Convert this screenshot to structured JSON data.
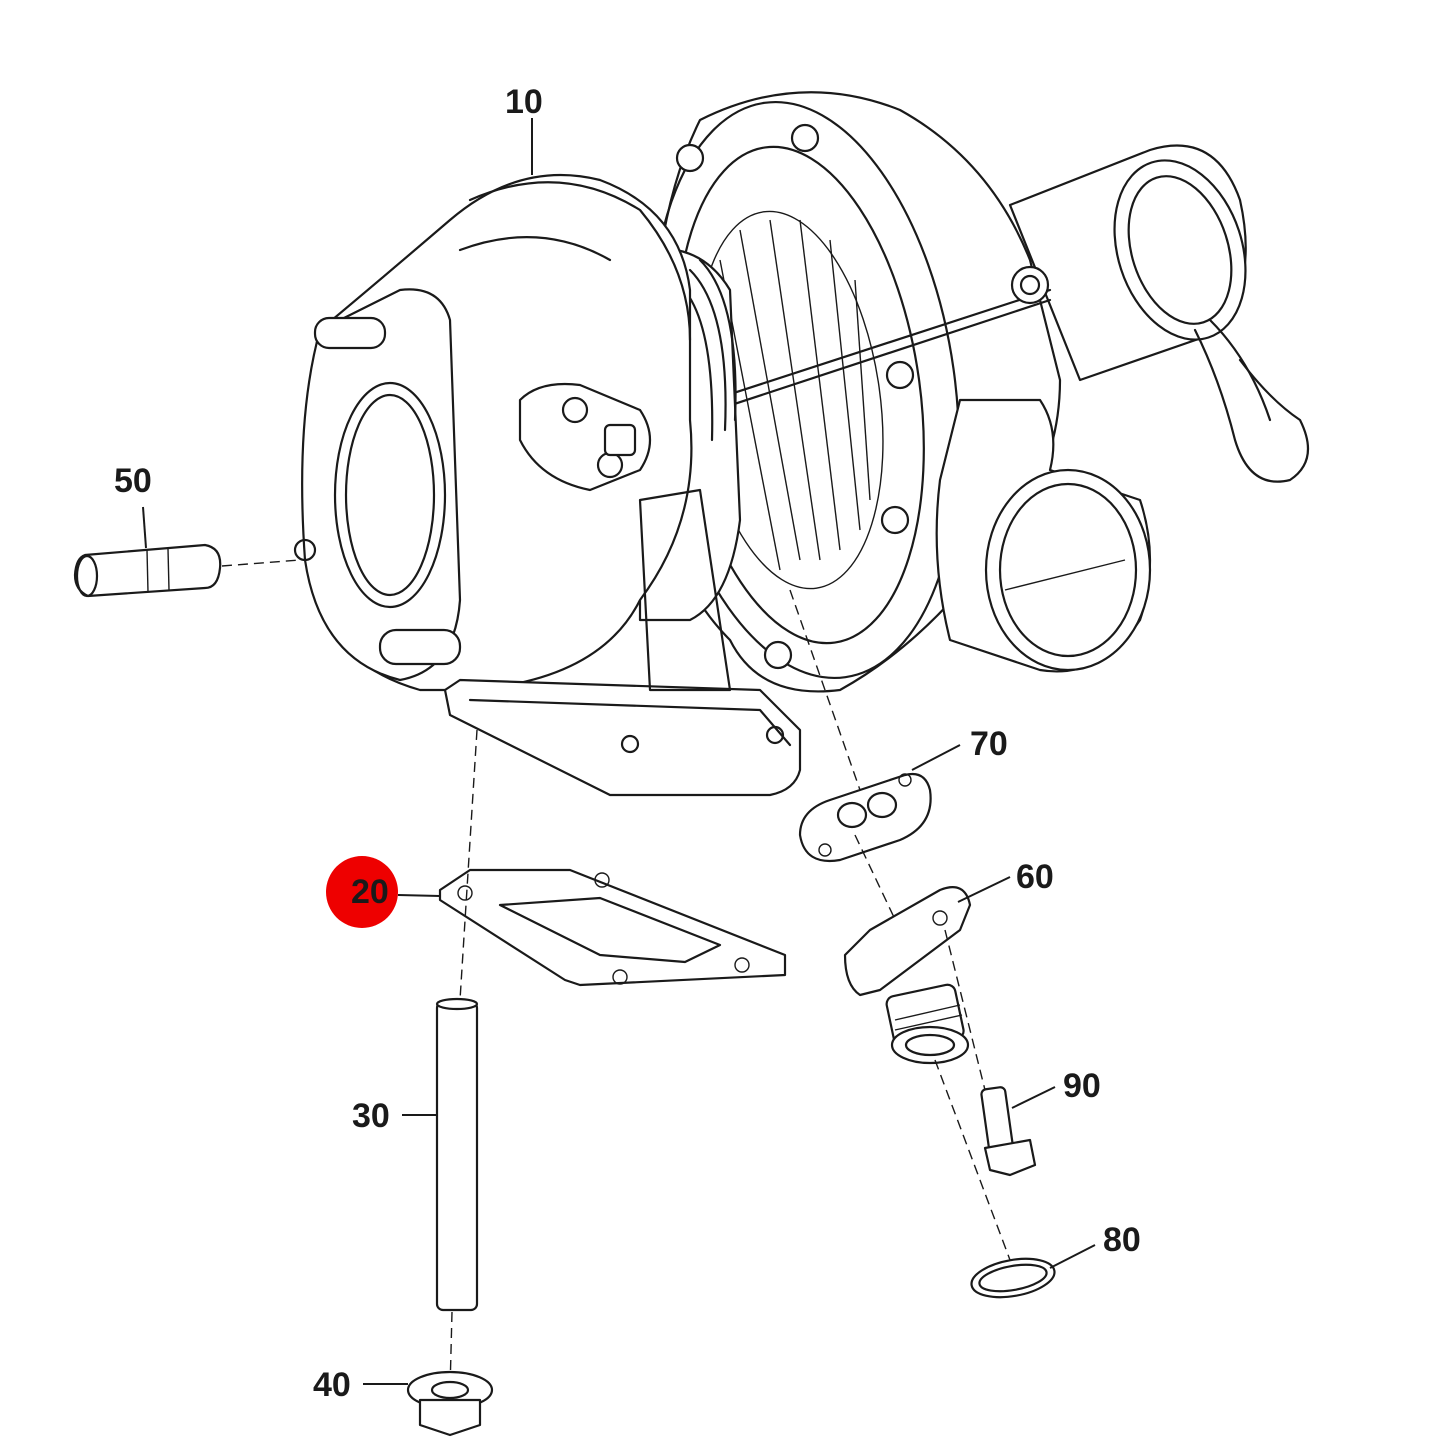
{
  "highlight_color": "#ee0000",
  "highlighted_callout": "20",
  "callouts": {
    "c10": "10",
    "c20": "20",
    "c30": "30",
    "c40": "40",
    "c50": "50",
    "c60": "60",
    "c70": "70",
    "c80": "80",
    "c90": "90"
  }
}
